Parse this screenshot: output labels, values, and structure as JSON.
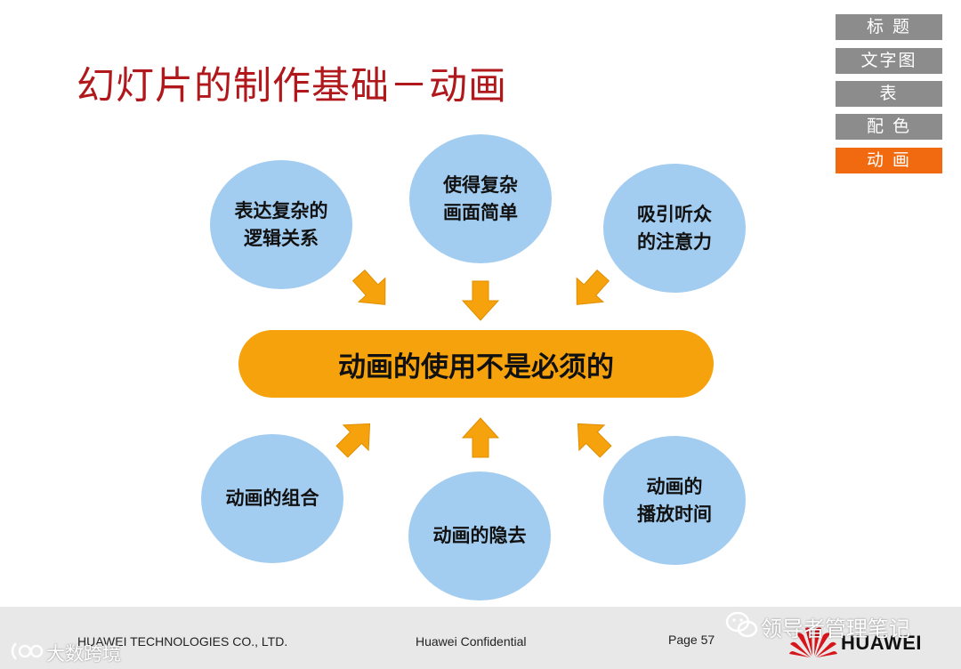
{
  "slide": {
    "title": "幻灯片的制作基础－动画"
  },
  "nav": {
    "items": [
      {
        "label": "标 题",
        "active": false
      },
      {
        "label": "文字图",
        "active": false
      },
      {
        "label": "表",
        "active": false
      },
      {
        "label": "配 色",
        "active": false
      },
      {
        "label": "动 画",
        "active": true
      }
    ],
    "active_color": "#f26a10",
    "inactive_color": "#8c8c8c"
  },
  "diagram": {
    "center": "动画的使用不是必须的",
    "bubbles_top": [
      "表达复杂的\n逻辑关系",
      "使得复杂\n画面简单",
      "吸引听众\n的注意力"
    ],
    "bubbles_bottom": [
      "动画的组合",
      "动画的隐去",
      "动画的\n播放时间"
    ],
    "bubble_color": "#a3cdf0",
    "center_color": "#f6a20c",
    "arrow_color": "#f6a20c"
  },
  "footer": {
    "company": "HUAWEI TECHNOLOGIES CO., LTD.",
    "confidential": "Huawei Confidential",
    "page": "Page 57",
    "brand": "HUAWEI"
  },
  "watermarks": {
    "left": "大数跨境",
    "right": "领导者管理笔记"
  }
}
